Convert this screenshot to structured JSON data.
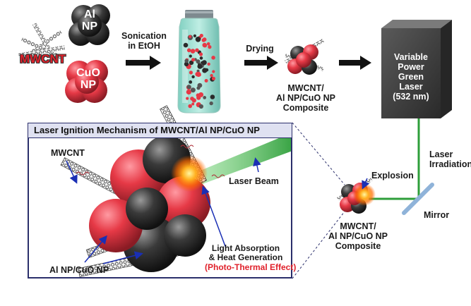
{
  "top_row": {
    "mwcnt_label": "MWCNT",
    "al_np_label": [
      "Al",
      "NP"
    ],
    "cuo_np_label": [
      "CuO",
      "NP"
    ],
    "step1_label": [
      "Sonication",
      "in EtOH"
    ],
    "step2_label": "Drying",
    "composite_label": [
      "MWCNT/",
      "Al NP/CuO NP",
      "Composite"
    ],
    "laser_label": [
      "Variable",
      "Power",
      "Green",
      "Laser",
      "(532 nm)"
    ]
  },
  "right_side": {
    "laser_irradiation_label": [
      "Laser",
      "Irradiation"
    ],
    "mirror_label": "Mirror",
    "explosion_label": "Explosion",
    "composite_label": [
      "MWCNT/",
      "Al NP/CuO NP",
      "Composite"
    ]
  },
  "panel": {
    "title": "Laser Ignition Mechanism of MWCNT/Al NP/CuO NP",
    "mwcnt_label": "MWCNT",
    "laser_beam_label": "Laser Beam",
    "absorption_label": [
      "Light Absorption",
      "& Heat Generation"
    ],
    "effect_label": "(Photo-Thermal Effect)",
    "particles_label": "Al NP/CuO NP"
  },
  "colors": {
    "cuo_red": "#e63946",
    "al_dark": "#3a3a3a",
    "laser_green": "#2e9e3a",
    "panel_border": "#2b2f6b",
    "annotation_blue": "#1a2fb5",
    "mirror_blue": "#8fb3d9",
    "effect_red": "#e0202a"
  }
}
